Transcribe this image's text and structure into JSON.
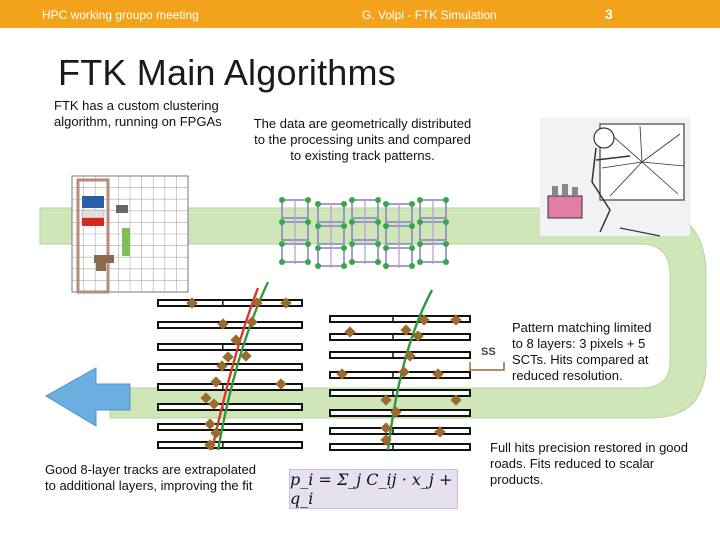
{
  "header": {
    "left": "HPC working groupo meeting",
    "center": "G. Volpi - FTK Simulation",
    "slide_number": "3"
  },
  "title": "FTK Main Algorithms",
  "texts": {
    "clustering": "FTK has a custom clustering algorithm, running on FPGAs",
    "distribution": "The data are geometrically distributed to the processing units and compared to existing track patterns.",
    "pattern_matching": "Pattern matching limited to 8 layers: 3 pixels + 5 SCTs. Hits compared at reduced resolution.",
    "full_precision": "Full hits precision restored in good roads. Fits reduced to scalar products.",
    "extrapolation": "Good 8-layer tracks are extrapolated to additional layers, improving the fit"
  },
  "ss_label": "SS",
  "formula": "p_i = Σ_j C_ij · x_j + q_i",
  "colors": {
    "header": "#f3a21b",
    "arrow_blue": "#6aaee2",
    "arrow_green": "#cfe6b9",
    "hit_marker": "#9a6a2f",
    "track_red": "#d83a2a",
    "track_green": "#2f9a3a"
  }
}
